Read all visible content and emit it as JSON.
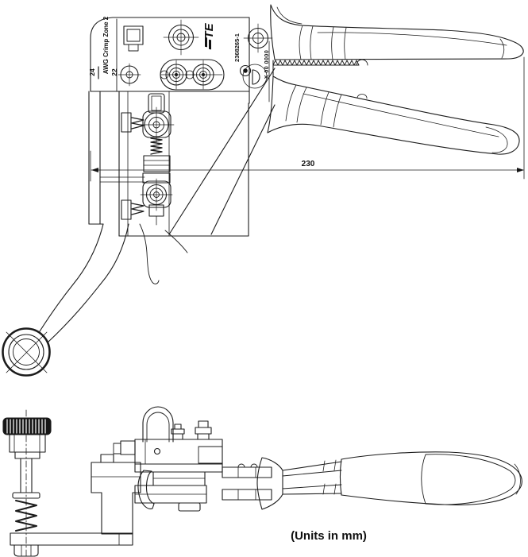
{
  "colors": {
    "line": "#1c1c1c",
    "dark_fill": "#151515",
    "background": "#ffffff"
  },
  "top_view": {
    "crimp_zone_label": "AWG Crimp Zone 2",
    "wire_gauge_top": "24",
    "wire_gauge_side": "22",
    "brand_logo": "TE",
    "part_number": "2368265-1",
    "date_code": "X 00 0000",
    "overall_length_dimension": "230"
  },
  "footer": {
    "units_note": "(Units in mm)"
  }
}
